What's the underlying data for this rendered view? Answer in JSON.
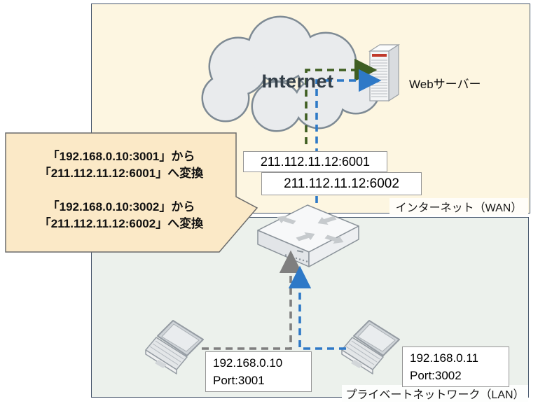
{
  "cloud": {
    "label": "Internet"
  },
  "web_server": {
    "label": "Webサーバー"
  },
  "nat_labels": {
    "entry1": "211.112.11.12:6001",
    "entry2": "211.112.11.12:6002"
  },
  "zones": {
    "wan": "インターネット（WAN）",
    "lan": "プライベートネットワーク（LAN）"
  },
  "clients": {
    "pc1": {
      "ip": "192.168.0.10",
      "port": "Port:3001"
    },
    "pc2": {
      "ip": "192.168.0.11",
      "port": "Port:3002"
    }
  },
  "callout": {
    "line1": "「192.168.0.10:3001」から",
    "line2": "「211.112.11.12:6001」へ変換",
    "line3": "「192.168.0.10:3002」から",
    "line4": "「211.112.11.12:6002」へ変換"
  },
  "icons": {
    "cloud": "cloud-icon",
    "web_server": "server-tower-icon",
    "router": "router-icon",
    "clients": "laptop-icon"
  },
  "colors": {
    "wan_bg": "#fdf6e1",
    "lan_bg": "#ecf1ec",
    "zone_border": "#44546a",
    "callout_bg": "#fbe9c7",
    "flow1_green": "#3f5e21",
    "flow2_blue": "#2e79c7",
    "lan_link_gray": "#7f7f7f",
    "cloud_outline": "#7e8a94"
  }
}
